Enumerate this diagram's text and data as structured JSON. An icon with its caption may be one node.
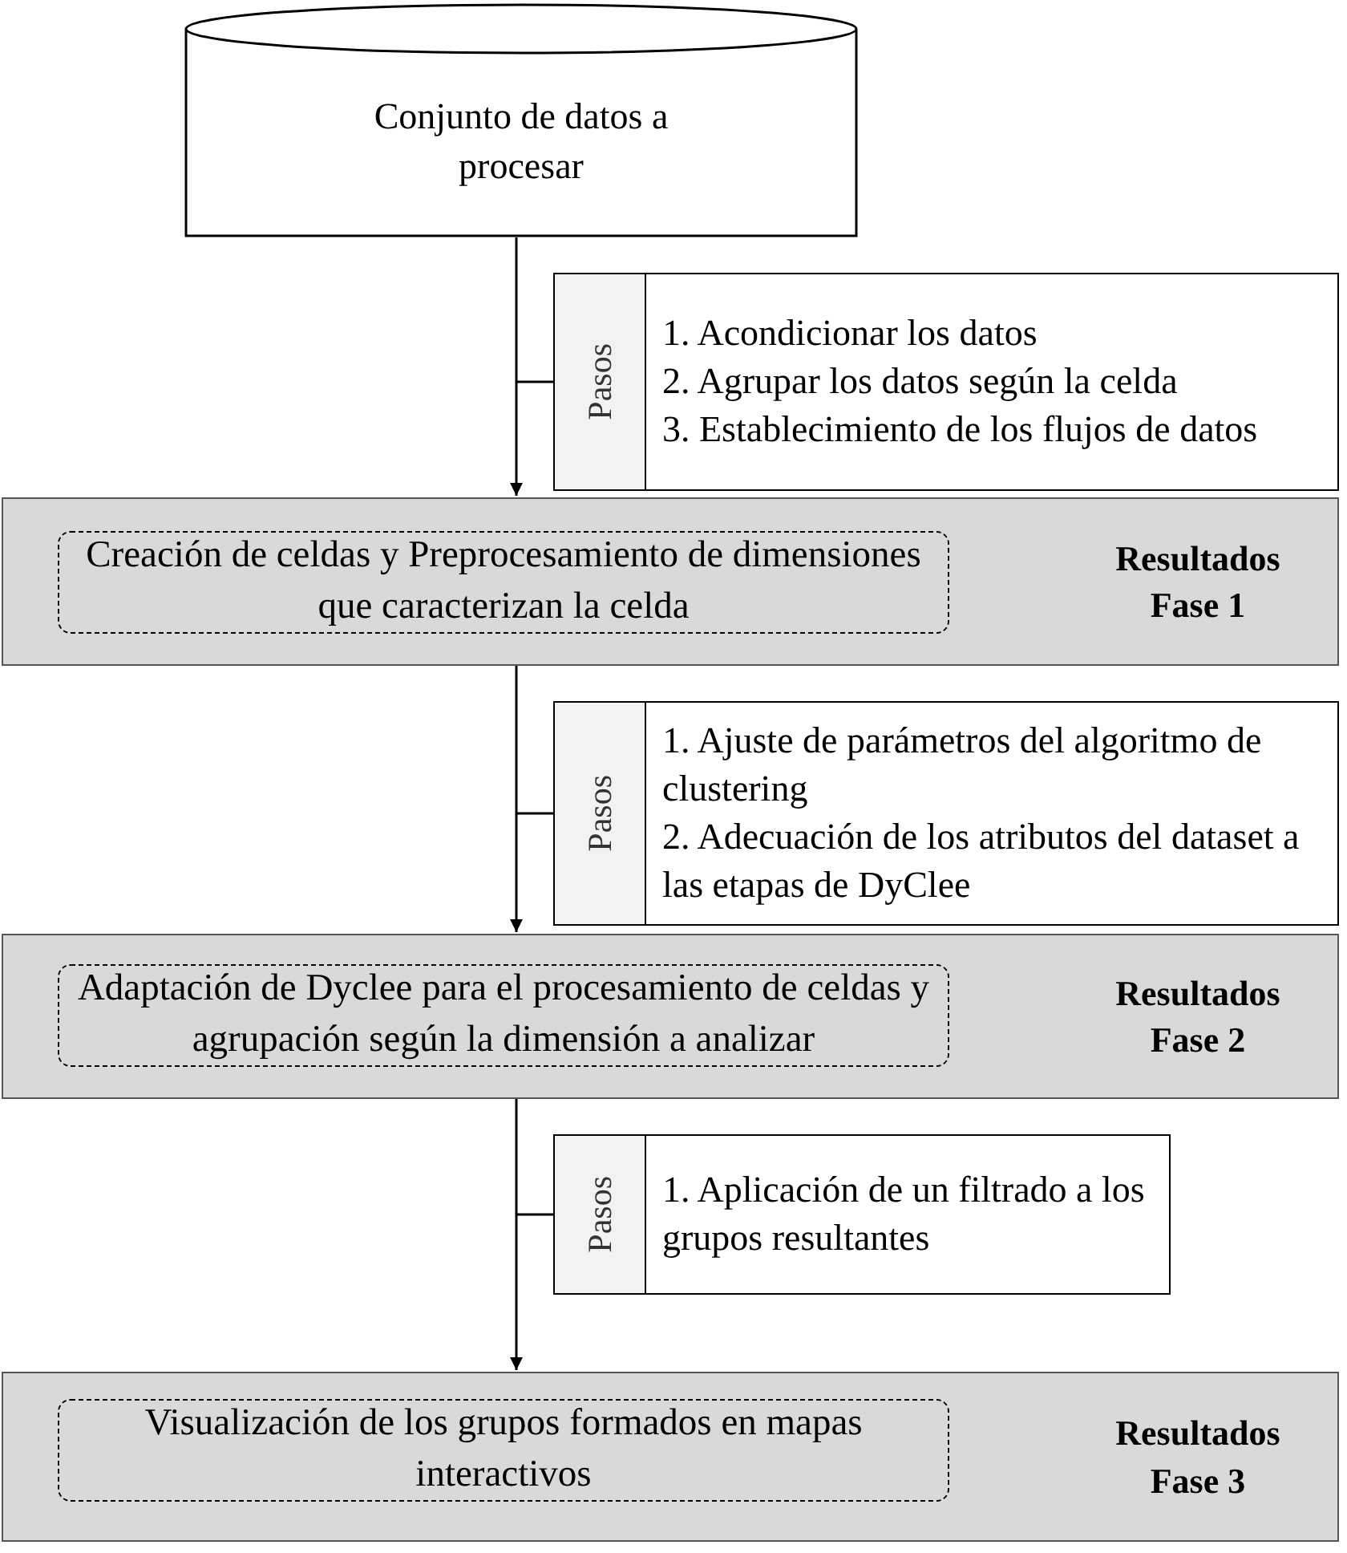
{
  "diagram": {
    "nodes": [
      {
        "text": [
          "Conjunto de datos a procesar"
        ]
      },
      {
        "text": [
          "Pasos",
          "1. Acondicionar los datos",
          "2. Agrupar los datos según la celda",
          "3. Establecimiento de los flujos de datos"
        ]
      },
      {
        "text": [
          "Resultados Fase 1"
        ]
      },
      {
        "text": [
          "Creación de celdas y Preprocesamiento de dimensiones que caracterizan la celda"
        ],
        "in": 2
      },
      {
        "text": [
          "Pasos",
          "1. Ajuste de parámetros del algoritmo de clustering",
          "2. Adecuación de los atributos del dataset a las etapas de DyClee"
        ]
      },
      {
        "text": [
          "Resultados Fase 2"
        ]
      },
      {
        "text": [
          "Adaptación de Dyclee para el procesamiento de celdas y agrupación según la dimensión a analizar"
        ],
        "in": 5
      },
      {
        "text": [
          "Pasos",
          "1. Aplicación de un filtrado a los grupos resultantes"
        ]
      },
      {
        "text": [
          "Resultados Fase 3"
        ]
      },
      {
        "text": [
          "Visualización de los grupos formados en mapas interactivos"
        ],
        "in": 8
      }
    ],
    "edges": [
      {
        "from": 0,
        "to": 2,
        "arrow": "to"
      },
      {
        "from": 1,
        "to": null,
        "arrow": "none"
      },
      {
        "from": 2,
        "to": 5,
        "arrow": "to"
      },
      {
        "from": 4,
        "to": null,
        "arrow": "none"
      },
      {
        "from": 5,
        "to": 8,
        "arrow": "to"
      },
      {
        "from": 7,
        "to": null,
        "arrow": "none"
      }
    ]
  }
}
